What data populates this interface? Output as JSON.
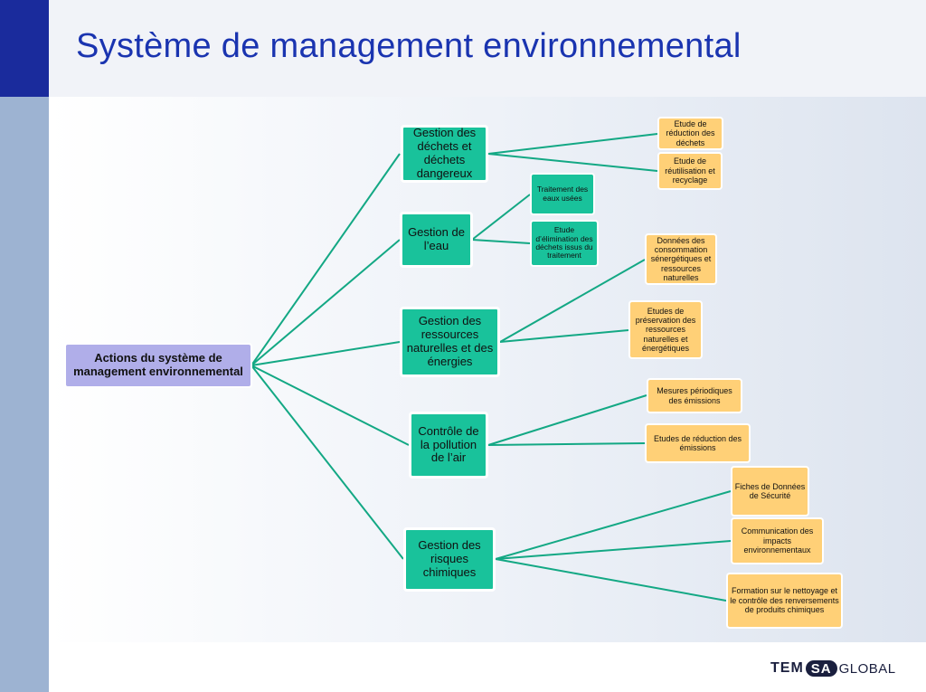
{
  "title": "Système de management environnemental",
  "colors": {
    "title": "#1a34b0",
    "root_fill": "#b0aee9",
    "branch_fill": "#19c29b",
    "leaf_fill": "#ffd077",
    "connector": "#13a884"
  },
  "diagram": {
    "root": "Actions du système de management environnemental",
    "branches": [
      {
        "label": "Gestion des déchets et déchets dangereux",
        "children": [
          "Etude de réduction des déchets",
          "Etude de réutilisation et recyclage"
        ]
      },
      {
        "label": "Gestion de l’eau",
        "children": [
          "Traitement des eaux usées",
          "Etude d’élimination des déchets issus du traitement"
        ]
      },
      {
        "label": "Gestion des ressources naturelles et des énergies",
        "children": [
          "Données des consommation sénergétiques et ressources naturelles",
          "Etudes de préservation des ressources naturelles et énergétiques"
        ]
      },
      {
        "label": "Contrôle de la pollution de l’air",
        "children": [
          "Mesures périodiques des émissions",
          "Etudes de réduction des émissions"
        ]
      },
      {
        "label": "Gestion  des risques chimiques",
        "children": [
          "Fiches de Données de Sécurité",
          "Communication des impacts environnementaux",
          "Formation sur le nettoyage et le contrôle des renversements de produits chimiques"
        ]
      }
    ]
  },
  "logo": {
    "part1": "TEM",
    "part2": "SA",
    "part3": "GLOBAL"
  }
}
